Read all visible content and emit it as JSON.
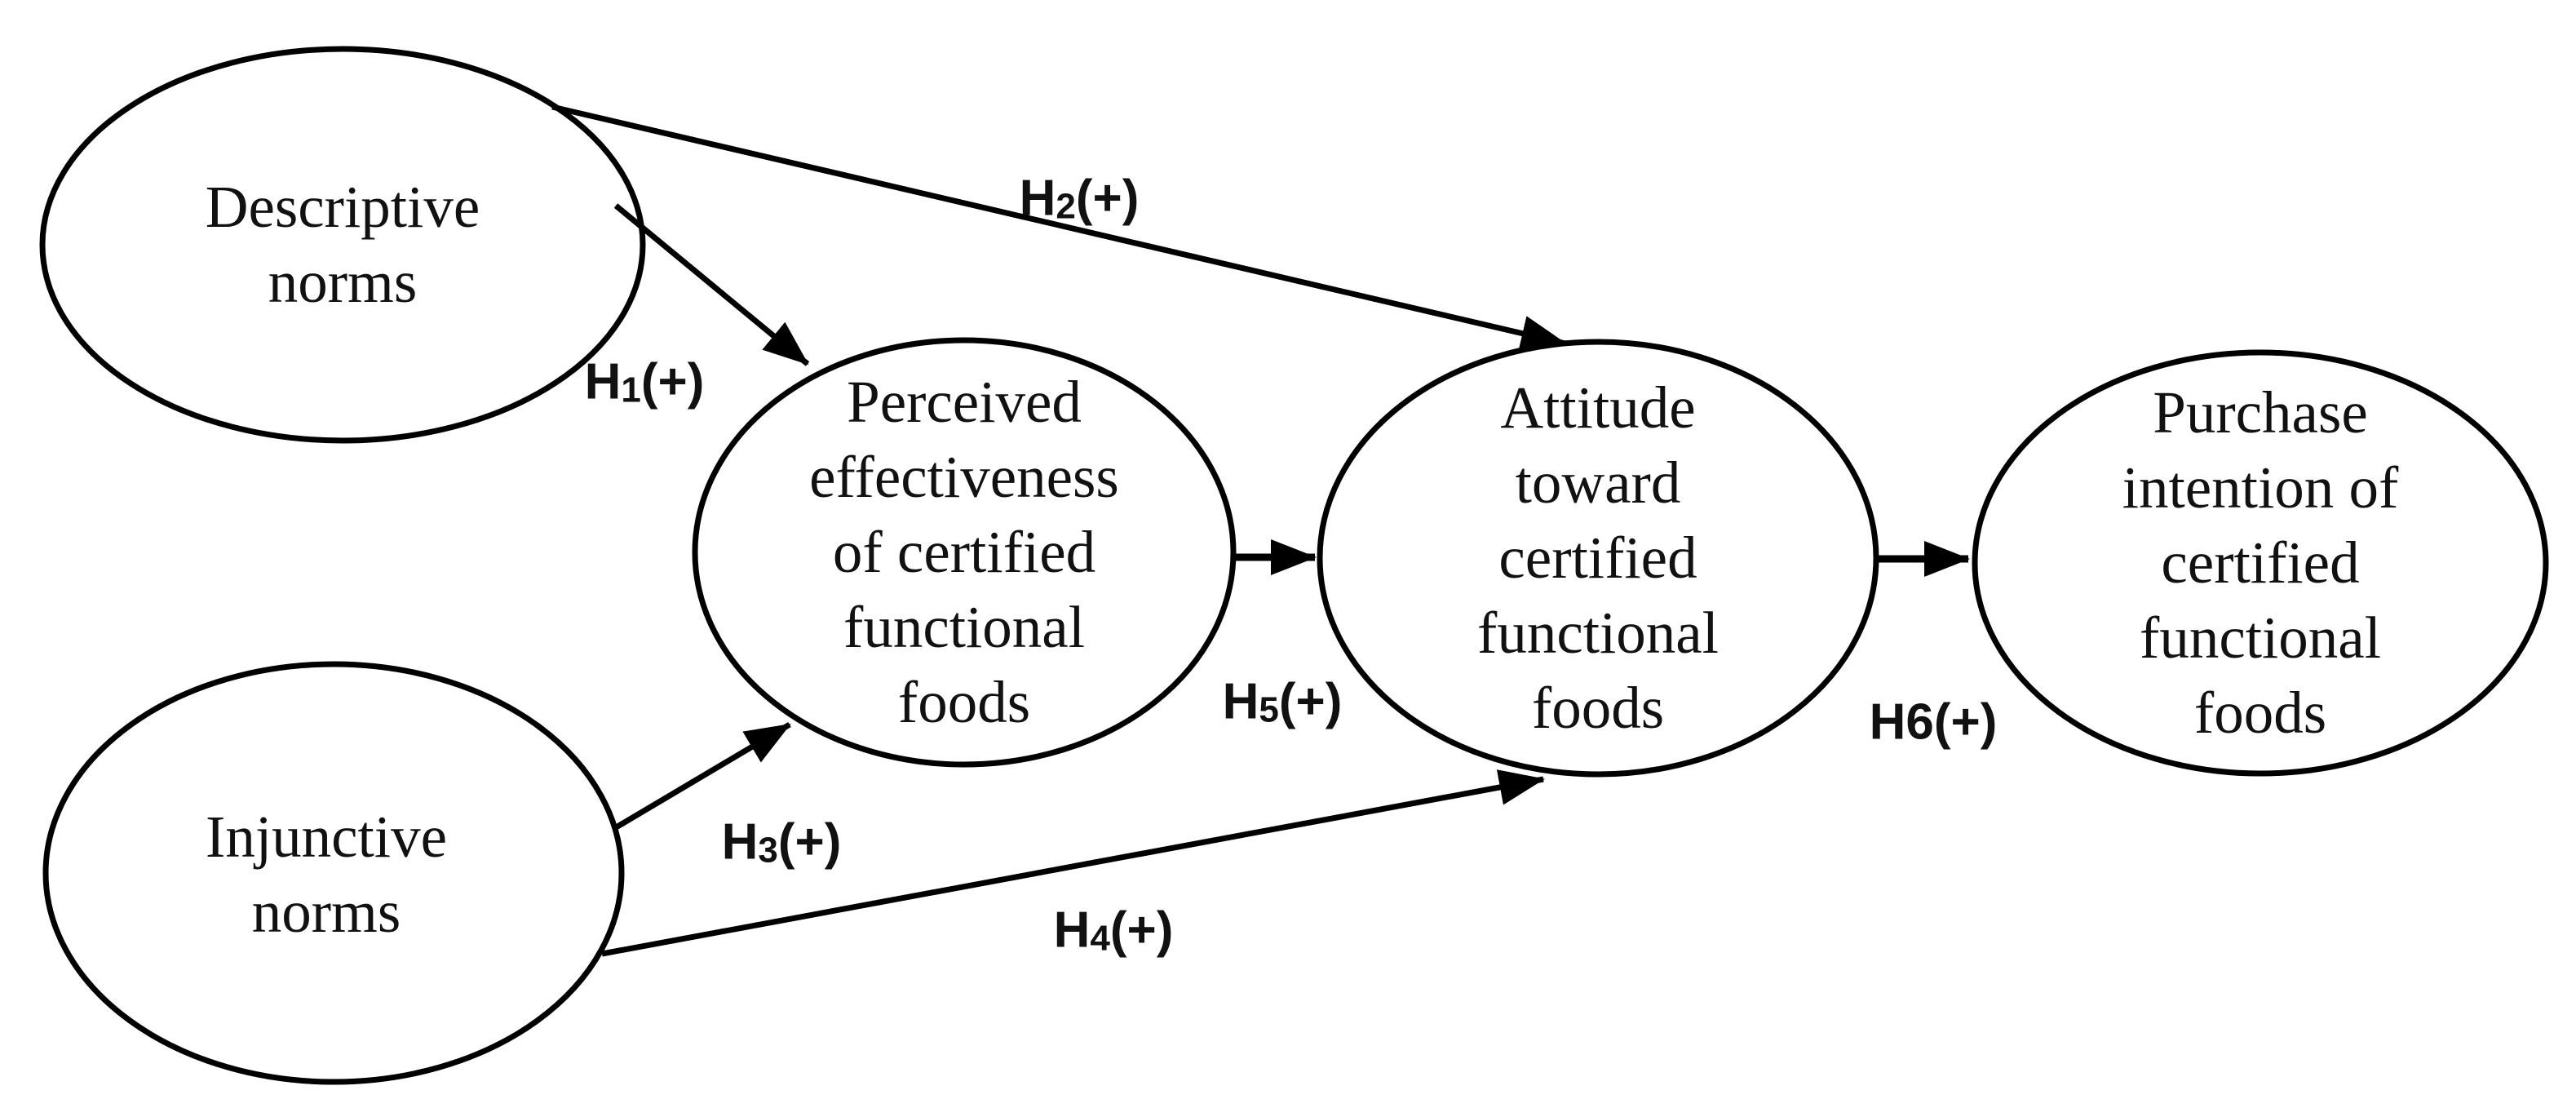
{
  "nodes": {
    "descriptive": {
      "label": "Descriptive\nnorms"
    },
    "injunctive": {
      "label": "Injunctive\nnorms"
    },
    "perceived": {
      "label": "Perceived\neffectiveness\nof certified\nfunctional\nfoods"
    },
    "attitude": {
      "label": "Attitude\ntoward\ncertified\nfunctional\nfoods"
    },
    "purchase": {
      "label": "Purchase\nintention of\ncertified\nfunctional\nfoods"
    }
  },
  "hypotheses": {
    "h1": {
      "h": "H",
      "sub": "1",
      "rest": "(+)"
    },
    "h2": {
      "h": "H",
      "sub": "2",
      "rest": "(+)"
    },
    "h3": {
      "h": "H",
      "sub": "3",
      "rest": "(+)"
    },
    "h4": {
      "h": "H",
      "sub": "4",
      "rest": "(+)"
    },
    "h5": {
      "h": "H",
      "sub": "5",
      "rest": "(+)"
    },
    "h6": {
      "h": "H",
      "sub": "",
      "rest": "6(+)"
    }
  },
  "colors": {
    "stroke": "#000000",
    "background": "#ffffff",
    "text": "#111111"
  }
}
